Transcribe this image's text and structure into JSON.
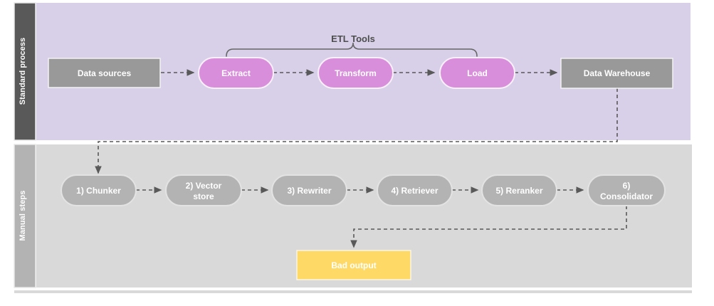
{
  "diagram": {
    "title_hidden": "",
    "colors": {
      "lane_top_header_bg": "#595959",
      "lane_top_body_bg": "#d8d0e8",
      "lane_bottom_header_bg": "#b3b3b3",
      "lane_bottom_body_bg": "#d9d9d9",
      "etl_pill": "#d98edc",
      "gray_box": "#999999",
      "gray_pill": "#b3b3b3",
      "bad_output": "#ffd966",
      "arrow": "#595959",
      "brace": "#666666"
    },
    "lanes": [
      {
        "id": "standard-process",
        "label": "Standard process"
      },
      {
        "id": "manual-steps",
        "label": "Manual steps"
      }
    ],
    "annotations": [
      {
        "id": "etl-tools",
        "label": "ETL Tools"
      }
    ],
    "top_row": {
      "source": {
        "label": "Data sources",
        "shape": "rect"
      },
      "etl": [
        {
          "label": "Extract",
          "shape": "pill"
        },
        {
          "label": "Transform",
          "shape": "pill"
        },
        {
          "label": "Load",
          "shape": "pill"
        }
      ],
      "sink": {
        "label": "Data Warehouse",
        "shape": "rect"
      }
    },
    "bottom_row": {
      "steps": [
        {
          "label": "1) Chunker",
          "lines": [
            "1) Chunker"
          ]
        },
        {
          "label": "2) Vector store",
          "lines": [
            "2) Vector",
            "store"
          ]
        },
        {
          "label": "3) Rewriter",
          "lines": [
            "3) Rewriter"
          ]
        },
        {
          "label": "4) Retriever",
          "lines": [
            "4) Retriever"
          ]
        },
        {
          "label": "5) Reranker",
          "lines": [
            "5) Reranker"
          ]
        },
        {
          "label": "6) Consolidator",
          "lines": [
            "6)",
            "Consolidator"
          ]
        }
      ],
      "output": {
        "label": "Bad output",
        "shape": "rect"
      }
    }
  }
}
